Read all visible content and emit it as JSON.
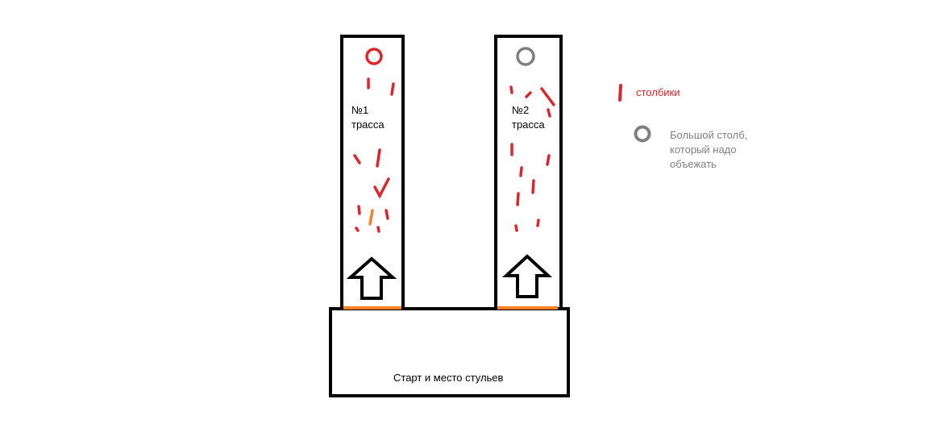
{
  "track1": {
    "label": "№1\nтрасса"
  },
  "track2": {
    "label": "№2\nтрасса"
  },
  "start_area": {
    "label": "Старт и место стульев"
  },
  "legend": {
    "bollards": {
      "label": "столбики",
      "icon": "red-bollard-icon",
      "color": "#e0242c"
    },
    "big_pole": {
      "label": "Большой столб,\nкоторый надо\nобъежать",
      "icon": "gray-ring-icon",
      "color": "#7f7f7f"
    }
  },
  "colors": {
    "outline": "#000000",
    "bollard": "#e0242c",
    "start_line": "#ff7f27",
    "orange_bollard": "#ff7f27",
    "pole_track1": "#e0242c",
    "pole_track2": "#7f7f7f"
  }
}
